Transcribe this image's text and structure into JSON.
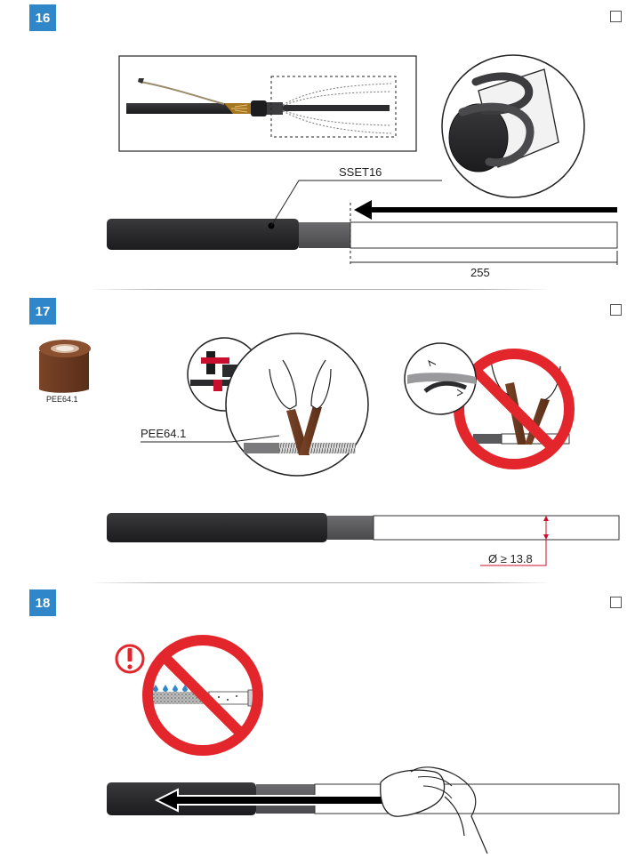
{
  "steps": [
    {
      "number": "16",
      "label": "SSET16",
      "dimension": "255"
    },
    {
      "number": "17",
      "material_label": "PEE64.1",
      "tool_label": "PEE64.1",
      "diameter": "Ø ≥ 13.8"
    },
    {
      "number": "18"
    }
  ],
  "colors": {
    "badge": "#2f86c8",
    "prohibit": "#e3262b",
    "cable": "#2b2b2d",
    "sleeve": "#5a5a5c",
    "tape": "#6b3a22"
  },
  "icons": [
    "checkbox-icon",
    "prohibited-icon",
    "warning-icon",
    "arrow-left-icon",
    "hand-icon"
  ]
}
